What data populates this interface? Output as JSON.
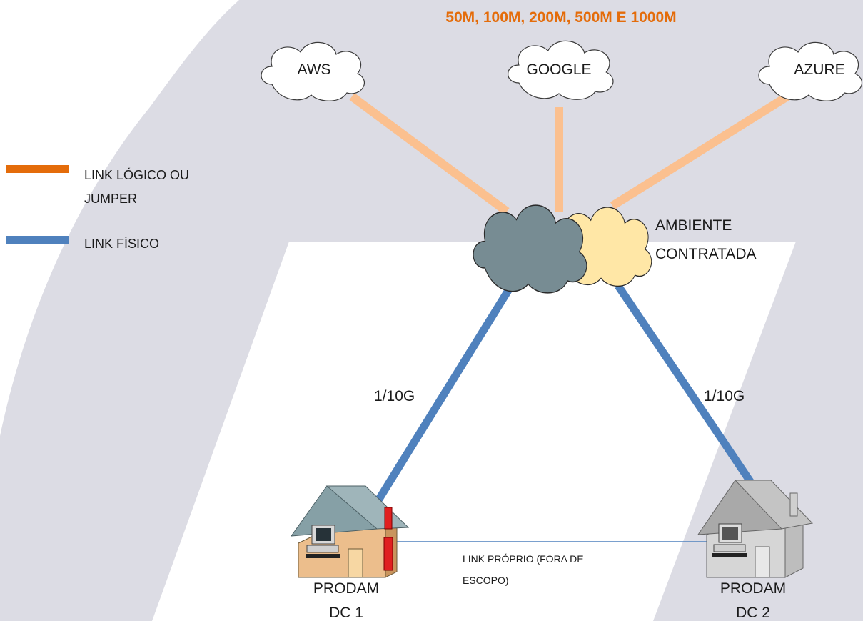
{
  "header": {
    "bandwidth": "50M, 100M, 200M, 500M E 1000M",
    "bandwidth_color": "#e46c0a"
  },
  "clouds": {
    "aws": "AWS",
    "google": "GOOGLE",
    "azure": "AZURE"
  },
  "legend": {
    "logical_line1": "LINK LÓGICO OU",
    "logical_line2": "JUMPER",
    "logical_color": "#e46c0a",
    "physical": "LINK FÍSICO",
    "physical_color": "#4f81bd"
  },
  "hub": {
    "line1": "AMBIENTE",
    "line2": "CONTRATADA"
  },
  "links": {
    "left_speed": "1/10G",
    "right_speed": "1/10G",
    "own_line1": "LINK PRÓPRIO (FORA DE",
    "own_line2": "ESCOPO)"
  },
  "sites": {
    "dc1_line1": "PRODAM",
    "dc1_line2": "DC 1",
    "dc2_line1": "PRODAM",
    "dc2_line2": "DC 2"
  },
  "colors": {
    "background_band": "#dcdce4",
    "cloud_link": "#fbc08f",
    "hub_dark": "#778c93",
    "hub_light": "#ffe7a6"
  }
}
